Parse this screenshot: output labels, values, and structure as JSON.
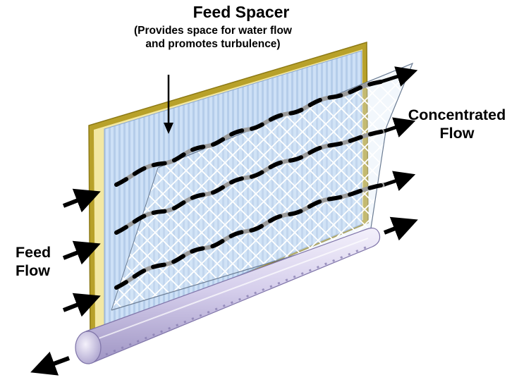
{
  "labels": {
    "title": "Feed Spacer",
    "subtitle_line1": "(Provides space for water flow",
    "subtitle_line2": "and promotes turbulence)",
    "concentrated_line1": "Concentrated",
    "concentrated_line2": "Flow",
    "feed_line1": "Feed",
    "feed_line2": "Flow"
  },
  "colors": {
    "frame_gold": "#b8a12a",
    "membrane_blue": "#c6dcf4",
    "spacer_mesh": "#ffffff",
    "tube_lavender": "#ccc4e6",
    "flow_arrow": "#000000",
    "turbulence_grey": "#9a9a9a"
  }
}
